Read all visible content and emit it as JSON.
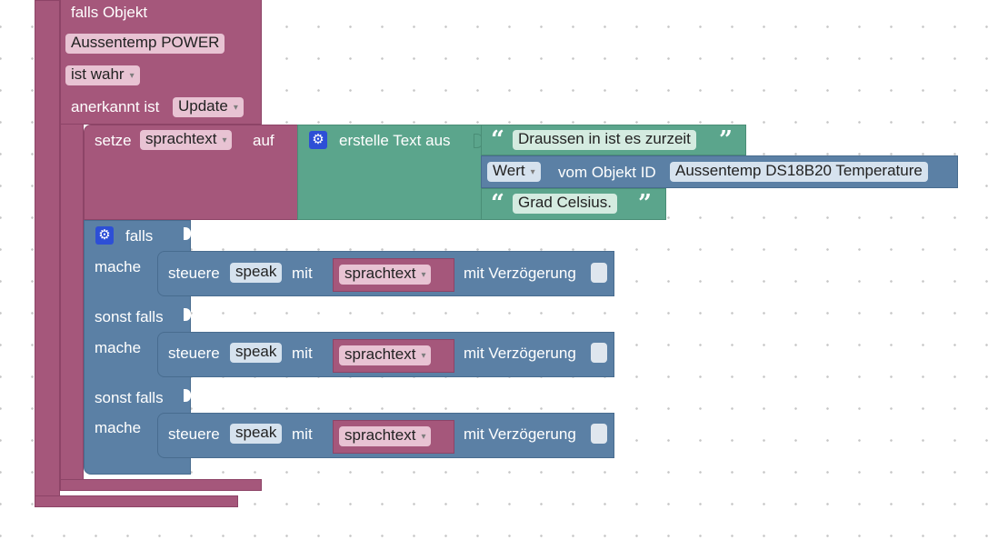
{
  "event": {
    "falls_objekt_label": "falls Objekt",
    "object_name": "Aussentemp POWER",
    "condition_value": "ist wahr",
    "anerkannt_label": "anerkannt ist",
    "anerkannt_value": "Update"
  },
  "setze": {
    "label": "setze",
    "variable": "sprachtext",
    "auf_label": "auf"
  },
  "text_join": {
    "label": "erstelle Text aus",
    "item1_text": "Draussen in ist es zurzeit",
    "item2_property": "Wert",
    "item2_mid_label": "vom Objekt ID",
    "item2_object": "Aussentemp DS18B20  Temperature",
    "item3_text": "Grad Celsius."
  },
  "quotes": {
    "open": "“",
    "close": "”"
  },
  "if_block": {
    "falls_label": "falls",
    "mache_label": "mache",
    "sonst_falls_label": "sonst falls",
    "branches": [
      {
        "steuere": "steuere",
        "device": "speak",
        "mit": "mit",
        "variable": "sprachtext",
        "delay": "mit Verzögerung"
      },
      {
        "steuere": "steuere",
        "device": "speak",
        "mit": "mit",
        "variable": "sprachtext",
        "delay": "mit Verzögerung"
      },
      {
        "steuere": "steuere",
        "device": "speak",
        "mit": "mit",
        "variable": "sprachtext",
        "delay": "mit Verzögerung"
      }
    ]
  },
  "icons": {
    "gear": "⚙",
    "dropdown": "▾"
  },
  "colors": {
    "event_block": "#a5577b",
    "text_block": "#5ba58c",
    "control_block": "#5b80a5",
    "workspace": "#ffffff"
  }
}
